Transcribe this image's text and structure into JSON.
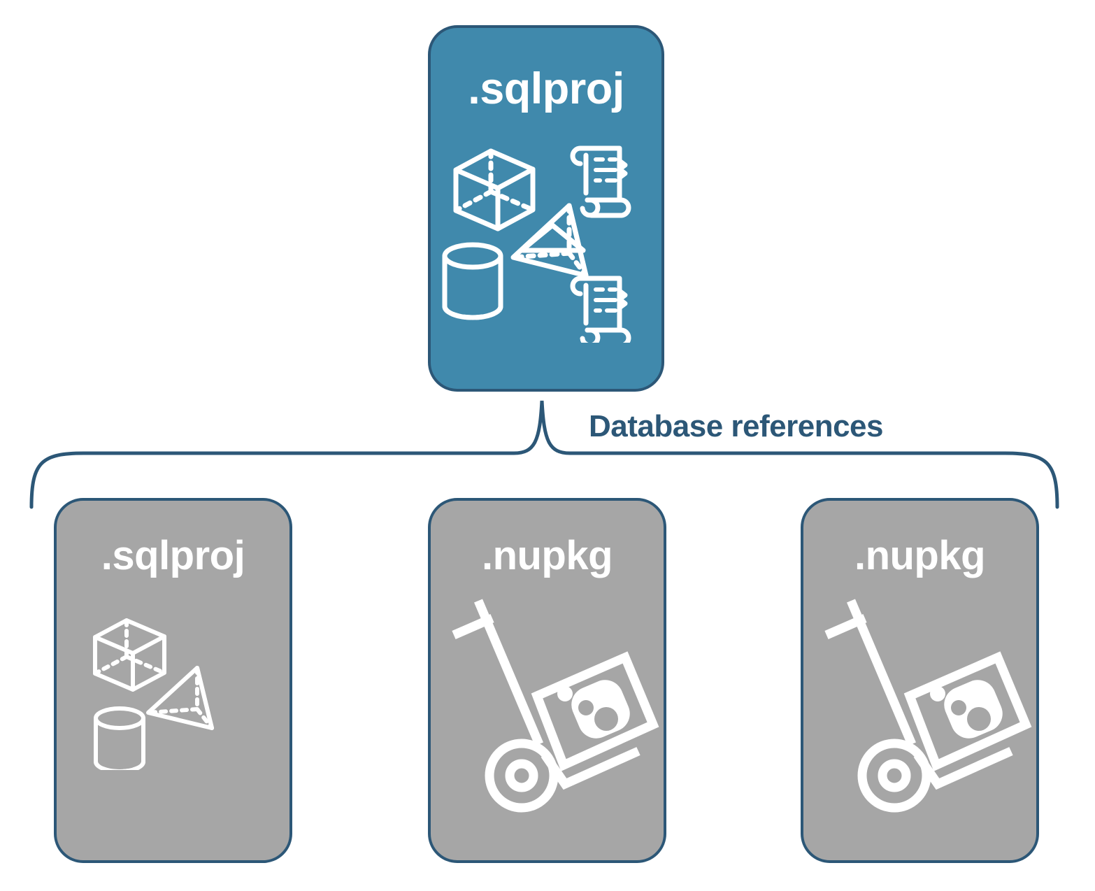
{
  "diagram": {
    "title_visible": false,
    "connector_label": "Database references",
    "colors": {
      "primary_box_fill": "#4089AC",
      "secondary_box_fill": "#A6A6A6",
      "stroke": "#2C5777",
      "icon": "#FFFFFF",
      "background": "#FFFFFF"
    }
  },
  "nodes": {
    "top": {
      "label": ".sqlproj",
      "fill": "#4089AC",
      "icons": [
        "cube-icon",
        "scroll-icon",
        "pyramid-icon",
        "cylinder-icon",
        "scroll-icon"
      ]
    },
    "bottom": [
      {
        "label": ".sqlproj",
        "fill": "#A6A6A6",
        "icons": [
          "cube-icon",
          "pyramid-icon",
          "cylinder-icon"
        ]
      },
      {
        "label": ".nupkg",
        "fill": "#A6A6A6",
        "icons": [
          "hand-truck-package-icon"
        ]
      },
      {
        "label": ".nupkg",
        "fill": "#A6A6A6",
        "icons": [
          "hand-truck-package-icon"
        ]
      }
    ]
  }
}
